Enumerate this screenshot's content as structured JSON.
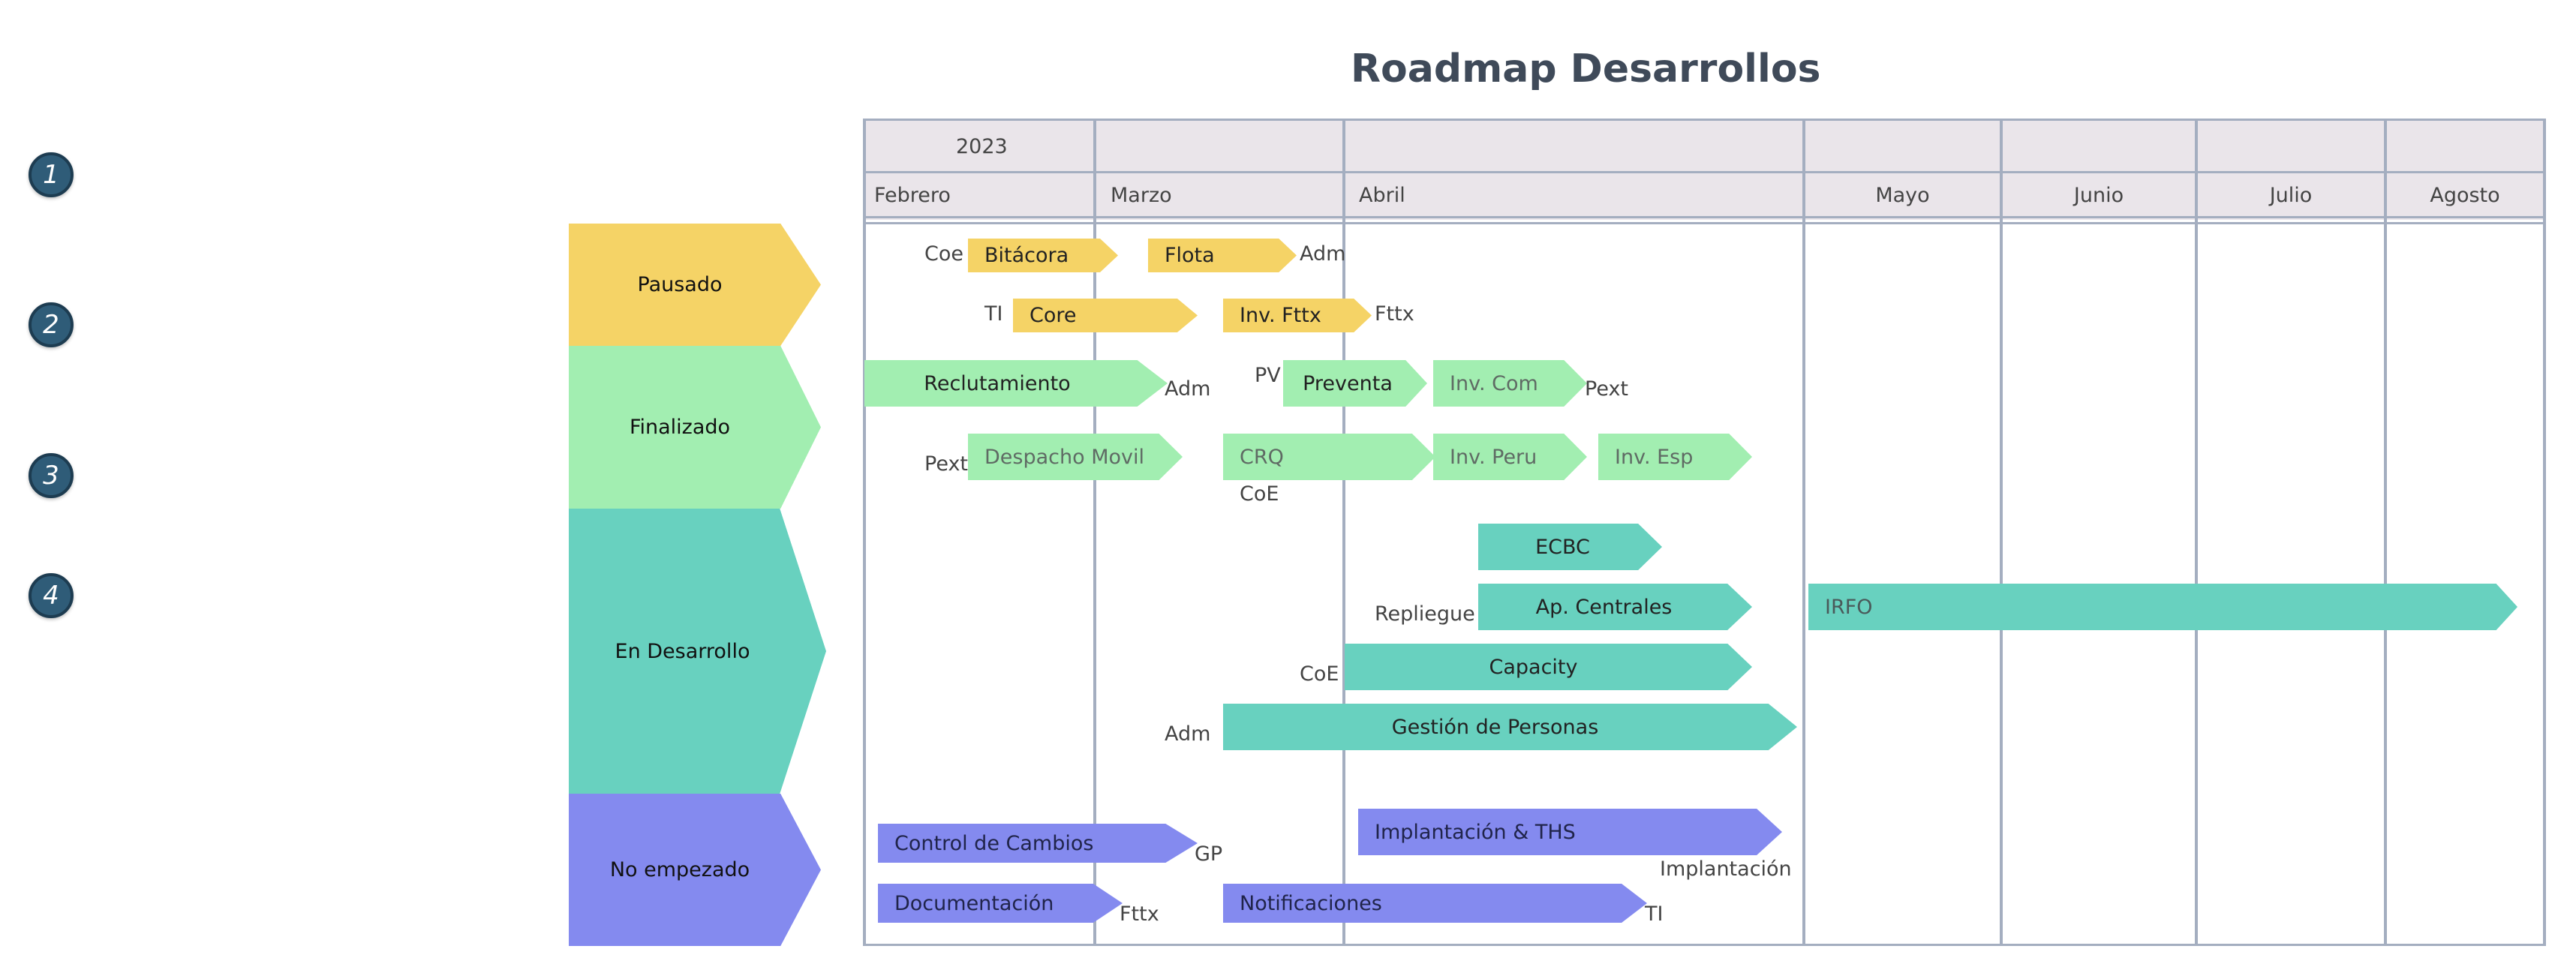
{
  "title": "Roadmap Desarrollos",
  "year": "2023",
  "months": [
    "Febrero",
    "Marzo",
    "Abril",
    "Mayo",
    "Junio",
    "Julio",
    "Agosto"
  ],
  "markers": [
    "1",
    "2",
    "3",
    "4"
  ],
  "statuses": [
    "Pausado",
    "Finalizado",
    "En Desarrollo",
    "No empezado"
  ],
  "bars": [
    "Bitácora",
    "Flota",
    "Core",
    "Inv. Fttx",
    "Reclutamiento",
    "Preventa",
    "Inv. Com",
    "Despacho Movil",
    "CRQ",
    "Inv. Peru",
    "Inv. Esp",
    "ECBC",
    "Ap. Centrales",
    "IRFO",
    "Capacity",
    "Gestión de Personas",
    "Control de Cambios",
    "Implantación & THS",
    "Documentación",
    "Notificaciones"
  ],
  "labels": [
    "Coe",
    "Adm",
    "TI",
    "Fttx",
    "Adm",
    "PV",
    "Pext",
    "Pext",
    "CoE",
    "Repliegue",
    "CoE",
    "Adm",
    "GP",
    "Implantación",
    "Fttx",
    "TI"
  ],
  "colors": {
    "pausado": "#f5d366",
    "finalizado": "#a2eeb1",
    "en_desarrollo": "#68d1bf",
    "no_empezado": "#848aef",
    "grid": "#a4aec0",
    "header_bg": "#eae5ea",
    "marker": "#2f5c78"
  }
}
